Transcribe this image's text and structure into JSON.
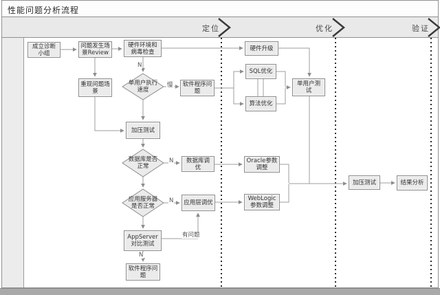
{
  "title": "性能问题分析流程",
  "phases": [
    {
      "label": "定位"
    },
    {
      "label": "优化"
    },
    {
      "label": "验证"
    }
  ],
  "nodes": {
    "create_team": {
      "label": "成立诊断小组"
    },
    "scene_review": {
      "label": "问题发生场景Review"
    },
    "hw_virus_check": {
      "label": "硬件环境和病毒检查"
    },
    "reproduce_scene": {
      "label": "重现问题场景"
    },
    "single_user_speed": {
      "label": "单用户执行速度"
    },
    "software_problem_1": {
      "label": "软件程序问题"
    },
    "stress_test_1": {
      "label": "加压测试"
    },
    "db_ok": {
      "label": "数据库是否正常"
    },
    "db_tuning": {
      "label": "数据库调优"
    },
    "appserver_ok": {
      "label": "应用服务器是否正常"
    },
    "app_layer_tuning": {
      "label": "应用层调优"
    },
    "appserver_compare": {
      "label": "AppServer对比测试"
    },
    "software_problem_2": {
      "label": "软件程序问题"
    },
    "hw_upgrade": {
      "label": "硬件升级"
    },
    "sql_tuning": {
      "label": "SQL优化"
    },
    "algo_tuning": {
      "label": "算法优化"
    },
    "single_user_test": {
      "label": "单用户测试"
    },
    "oracle_params": {
      "label": "Oracle参数调整"
    },
    "weblogic_params": {
      "label": "WebLogic参数调整"
    },
    "stress_test_2": {
      "label": "加压测试"
    },
    "result_analysis": {
      "label": "结果分析"
    }
  },
  "edge_labels": {
    "hw_check_n": "N",
    "slow": "慢",
    "db_n": "N",
    "app_n": "N",
    "has_problem": "有问题",
    "compare_n": "N"
  },
  "colors": {
    "node_fill": "#ebebeb",
    "node_border": "#8c8c8c",
    "connector": "#9c9c9c",
    "lane_divider_dash": "#2b2b2b",
    "band_bg": "#e9e9e9"
  }
}
